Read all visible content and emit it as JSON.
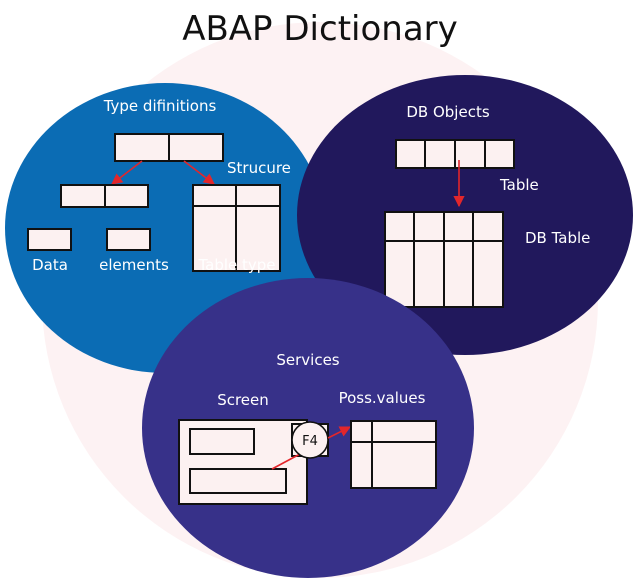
{
  "title": "ABAP Dictionary",
  "colors": {
    "type_definitions": "#0b6cb4",
    "db_objects": "#21185c",
    "services": "#373189",
    "arrow": "#e3262b",
    "background_circle": "#fdf2f3"
  },
  "type_definitions": {
    "heading": "Type difinitions",
    "structure_label": "Strucure",
    "data_label": "Data",
    "elements_label": "elements",
    "table_type_label": "Table type"
  },
  "db_objects": {
    "heading": "DB Objects",
    "table_label": "Table",
    "db_table_label": "DB Table"
  },
  "services": {
    "heading": "Services",
    "screen_label": "Screen",
    "poss_values_label": "Poss.values",
    "f4_key": "F4"
  }
}
